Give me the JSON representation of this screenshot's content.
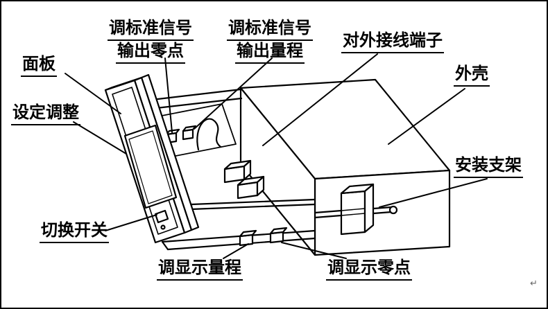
{
  "figure": {
    "background_color": "#ffffff",
    "line_color": "#000000",
    "description_type": "instrument-exploded-diagram"
  },
  "labels": {
    "signal_zero": {
      "line1": "调标准信号",
      "line2": "输出零点"
    },
    "signal_span": {
      "line1": "调标准信号",
      "line2": "输出量程"
    },
    "terminals": {
      "text": "对外接线端子"
    },
    "panel": {
      "text": "面板"
    },
    "shell": {
      "text": "外壳"
    },
    "setting": {
      "text": "设定调整"
    },
    "bracket": {
      "text": "安装支架"
    },
    "switch": {
      "text": "切换开关"
    },
    "display_span": {
      "text": "调显示量程"
    },
    "display_zero": {
      "text": "调显示零点"
    }
  },
  "artifact": {
    "return_mark": "↵"
  }
}
